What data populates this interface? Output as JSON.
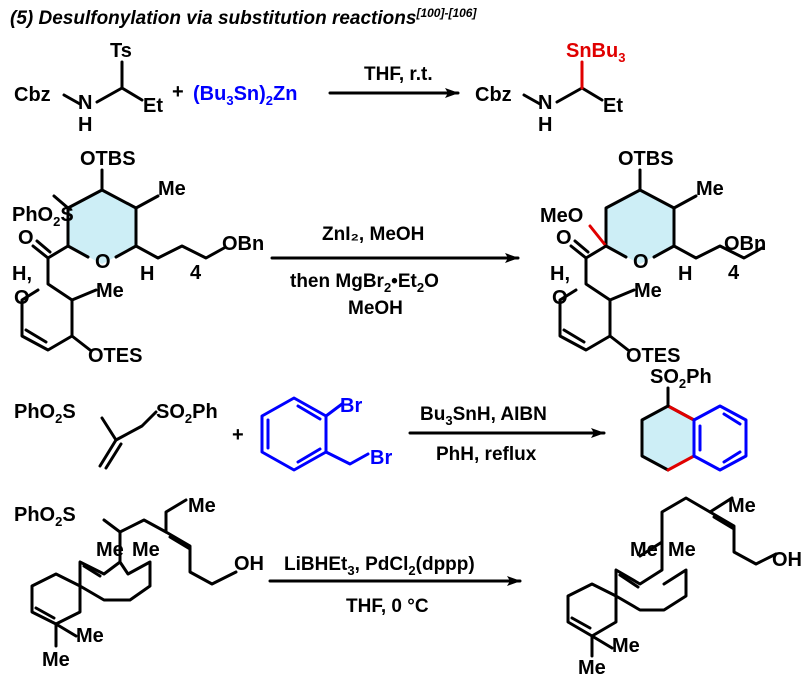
{
  "title": {
    "text": "(5) Desulfonylation via substitution reactions",
    "ref": "[100]-[106]"
  },
  "colors": {
    "reagent_blue": "#0000ff",
    "highlight_red": "#e00000",
    "ring_fill": "#cdeef6"
  },
  "r1": {
    "reactant": {
      "cbz": "Cbz",
      "n": "N",
      "h": "H",
      "ts": "Ts",
      "et": "Et"
    },
    "plus": "+",
    "reagent": {
      "a": "(Bu",
      "sub1": "3",
      "b": "Sn)",
      "sub2": "2",
      "c": "Zn"
    },
    "conditions": "THF, r.t.",
    "product": {
      "cbz": "Cbz",
      "n": "N",
      "h": "H",
      "sn": "SnBu",
      "sn_sub": "3",
      "et": "Et"
    }
  },
  "r2": {
    "otbs": "OTBS",
    "me": "Me",
    "pho2s_a": "PhO",
    "pho2s_sub": "2",
    "pho2s_b": "S",
    "o": "O",
    "ring_o": "O",
    "dhp_o": "O",
    "h": "H",
    "h_comma": "H,",
    "chain_n": "4",
    "obn": "OBn",
    "otes": "OTES",
    "meo": "MeO",
    "cond1": "ZnI₂, MeOH",
    "cond2_a": "then MgBr",
    "cond2_sub1": "2",
    "cond2_b": "•Et",
    "cond2_sub2": "2",
    "cond2_c": "O",
    "cond3": "MeOH"
  },
  "r3": {
    "pho2s_a": "PhO",
    "pho2s_sub": "2",
    "pho2s_b": "S",
    "so2ph_a": "SO",
    "so2ph_sub": "2",
    "so2ph_b": "Ph",
    "plus": "+",
    "br": "Br",
    "cond1_a": "Bu",
    "cond1_sub": "3",
    "cond1_b": "SnH, AIBN",
    "cond2": "PhH, reflux"
  },
  "r4": {
    "pho2s_a": "PhO",
    "pho2s_sub": "2",
    "pho2s_b": "S",
    "me": "Me",
    "oh": "OH",
    "cond1_a": "LiBHEt",
    "cond1_sub1": "3",
    "cond1_b": ", PdCl",
    "cond1_sub2": "2",
    "cond1_c": "(dppp)",
    "cond2": "THF, 0 °C"
  }
}
